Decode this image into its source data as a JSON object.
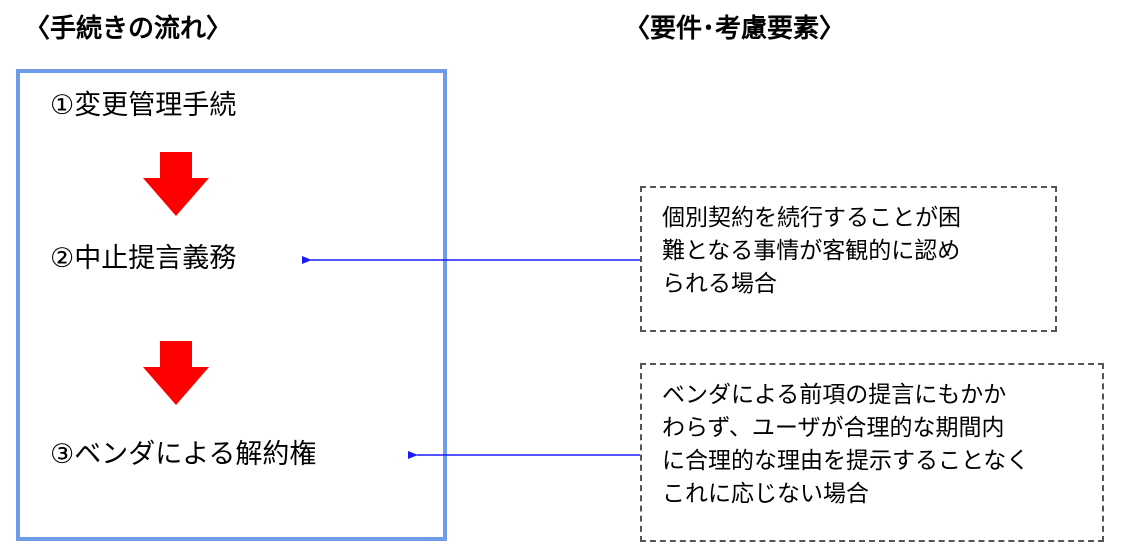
{
  "headings": {
    "left": "〈手続きの流れ〉",
    "right": "〈要件･考慮要素〉"
  },
  "steps": [
    {
      "label": "①変更管理手続"
    },
    {
      "label": "②中止提言義務"
    },
    {
      "label": "③ベンダによる解約権"
    }
  ],
  "notes": [
    {
      "lines": [
        "個別契約を続行することが困",
        "難となる事情が客観的に認め",
        "られる場合"
      ]
    },
    {
      "lines": [
        "ベンダによる前項の提言にもかか",
        "わらず、ユーザが合理的な期間内",
        "に合理的な理由を提示することなく",
        "これに応じない場合"
      ]
    }
  ],
  "colors": {
    "flow_box_border": "#6f9ce8",
    "down_arrow": "#ff0000",
    "connector": "#1a1aff",
    "note_border": "#555555"
  }
}
